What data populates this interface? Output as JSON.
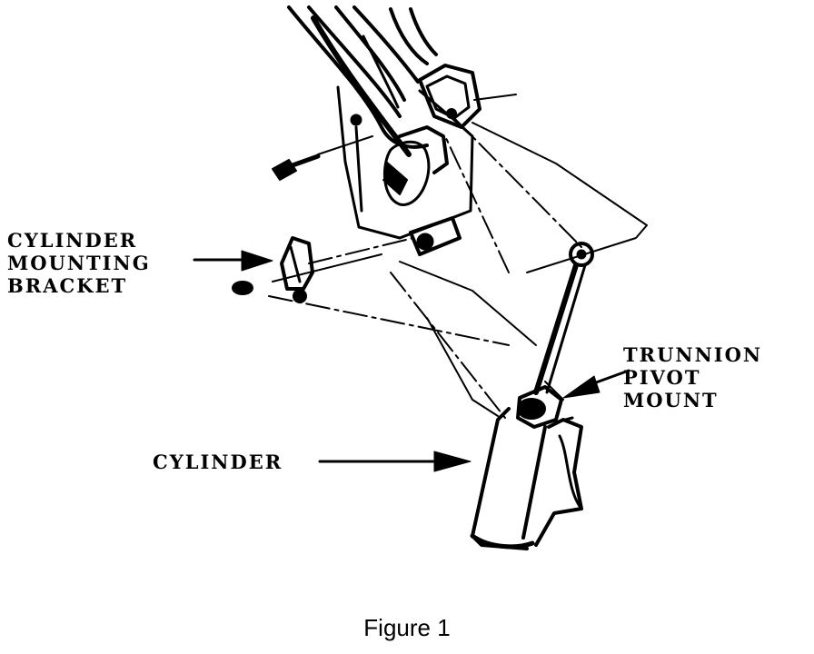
{
  "labels": {
    "bracket": [
      "CYLINDER",
      "MOUNTING",
      "BRACKET"
    ],
    "trunnion": [
      "TRUNNION",
      "PIVOT",
      "MOUNT"
    ],
    "cylinder": "CYLINDER"
  },
  "caption": "Figure 1"
}
